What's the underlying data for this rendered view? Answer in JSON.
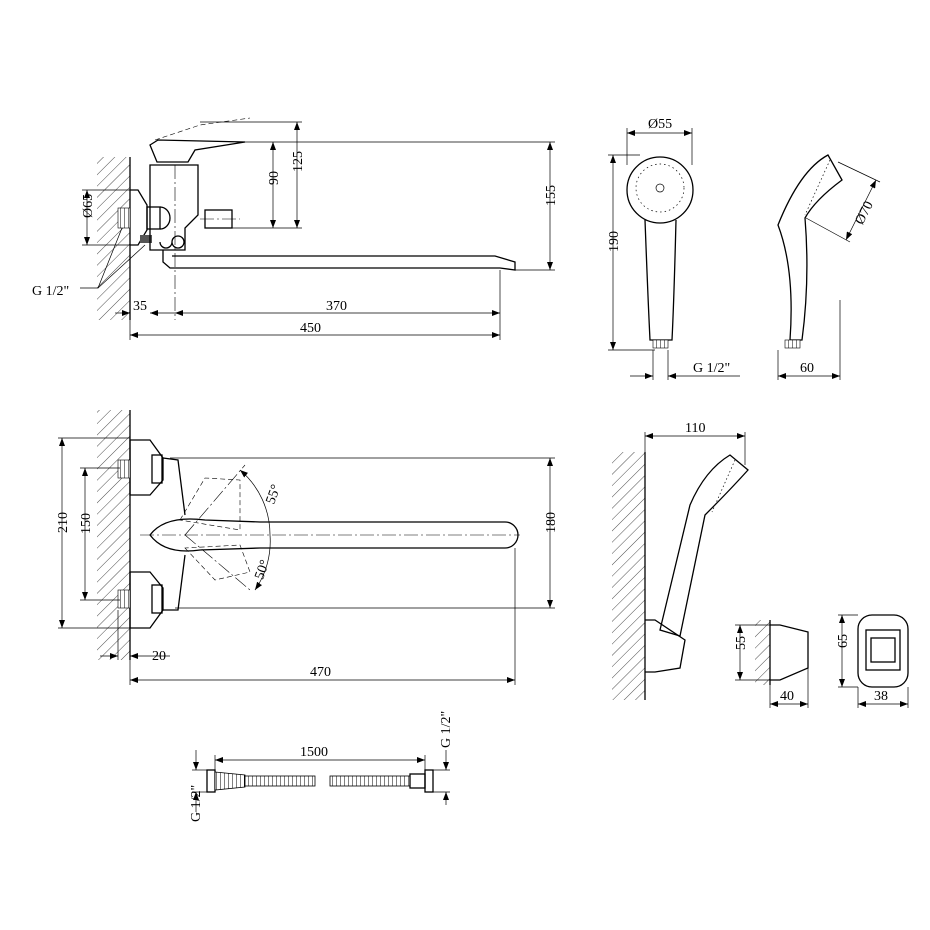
{
  "drawing": {
    "faucet_side": {
      "d_plate": "Ø65",
      "thread": "G 1/2\"",
      "d_35": "35",
      "d_370": "370",
      "d_450": "450",
      "d_90": "90",
      "d_125": "125",
      "d_155": "155"
    },
    "shower_front": {
      "d_head": "Ø55",
      "d_190": "190",
      "thread": "G 1/2\""
    },
    "shower_side": {
      "d_head": "Ø70",
      "d_60": "60"
    },
    "faucet_top": {
      "d_210": "210",
      "d_150": "150",
      "d_180": "180",
      "d_20": "20",
      "d_470": "470",
      "angle_55": "55°",
      "angle_50": "50°"
    },
    "holder": {
      "d_110": "110",
      "d_55": "55",
      "d_40": "40",
      "d_65": "65",
      "d_38": "38"
    },
    "hose": {
      "length": "1500",
      "thread_left": "G 1/2\"",
      "thread_right": "G 1/2\""
    }
  }
}
